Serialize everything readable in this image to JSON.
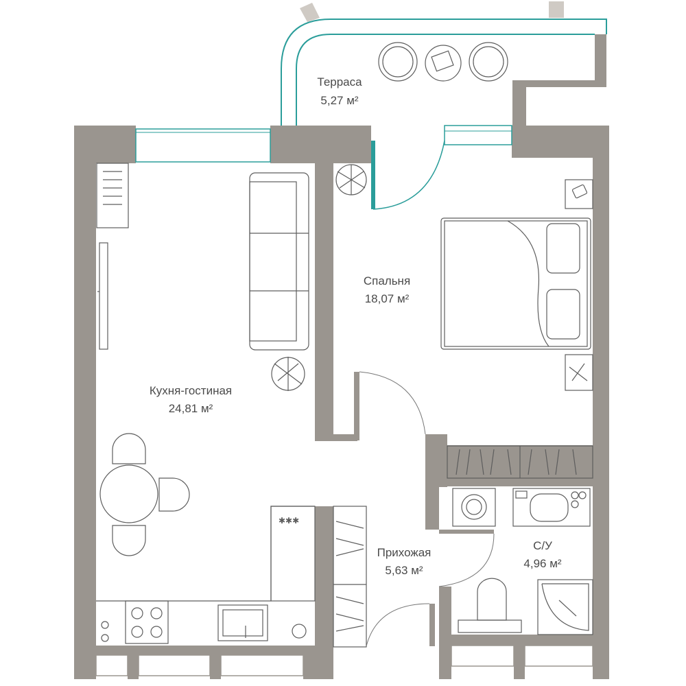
{
  "rooms": [
    {
      "name": "Терраса",
      "area": "5,27 м²"
    },
    {
      "name": "Спальня",
      "area": "18,07 м²"
    },
    {
      "name": "Кухня-гостиная",
      "area": "24,81 м²"
    },
    {
      "name": "Прихожая",
      "area": "5,63 м²"
    },
    {
      "name": "С/У",
      "area": "4,96 м²"
    }
  ],
  "colors": {
    "wall": "#9a958f",
    "accent": "#2a9d9a",
    "furniture": "#5d5d5d",
    "background": "#ffffff"
  }
}
